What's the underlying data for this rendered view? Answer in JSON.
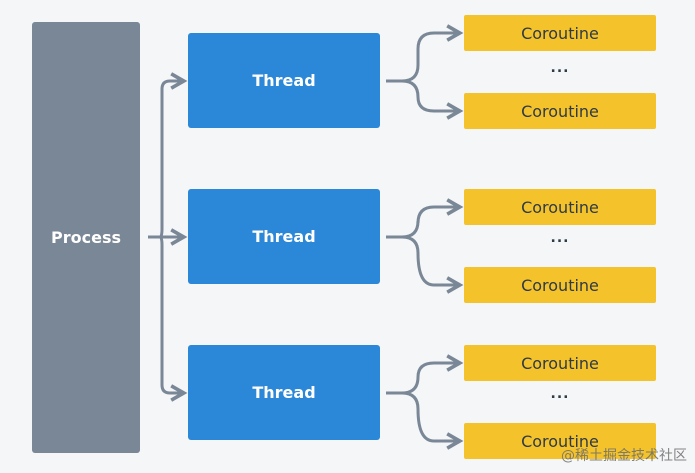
{
  "process": {
    "label": "Process"
  },
  "threads": [
    {
      "label": "Thread",
      "coroutines": [
        "Coroutine",
        "Coroutine"
      ],
      "ellipsis": "..."
    },
    {
      "label": "Thread",
      "coroutines": [
        "Coroutine",
        "Coroutine"
      ],
      "ellipsis": "..."
    },
    {
      "label": "Thread",
      "coroutines": [
        "Coroutine",
        "Coroutine"
      ],
      "ellipsis": "..."
    }
  ],
  "watermark": "@稀土掘金技术社区",
  "colors": {
    "process": "#7a8796",
    "thread": "#2b87d8",
    "coroutine": "#f4c22a",
    "connector": "#7a8796",
    "background": "#f5f6f8"
  }
}
